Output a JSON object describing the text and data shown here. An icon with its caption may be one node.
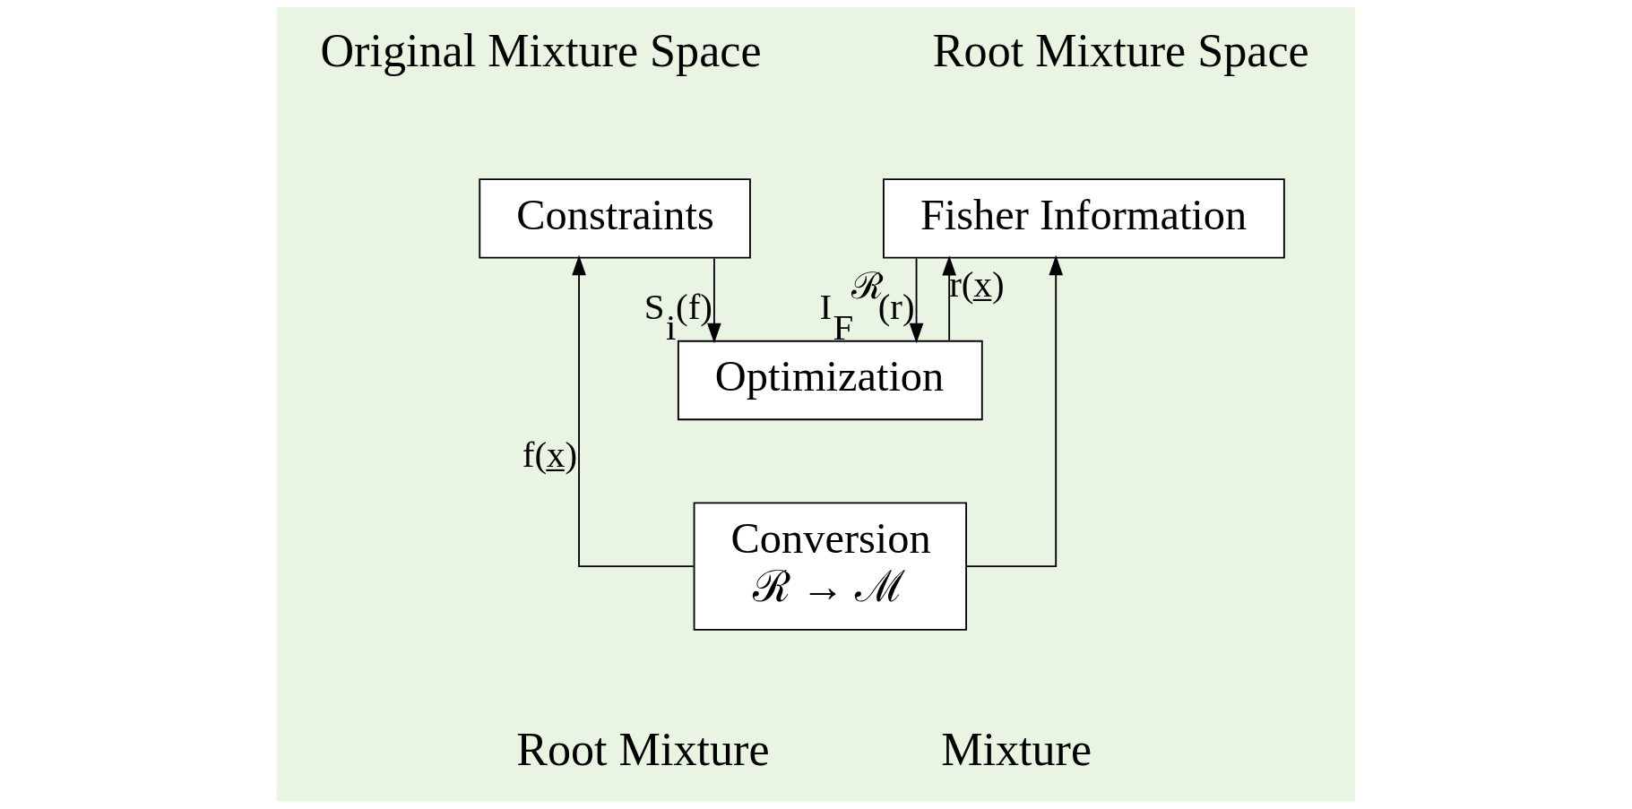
{
  "diagram": {
    "nodes": [
      {
        "text": [
          "Fisher Information"
        ]
      },
      {
        "text": [
          "Constraints"
        ]
      },
      {
        "text": [
          "Optimization"
        ]
      },
      {
        "text": [
          "Conversion",
          "ℛ → ℳ"
        ]
      }
    ],
    "edges": [
      {
        "from": 0,
        "to": 2,
        "arrow": "to",
        "label": "I$_{F}$$^{ℛ}$(r)"
      },
      {
        "from": 1,
        "to": 2,
        "arrow": "to",
        "label": "S$_{i}$(f)"
      },
      {
        "from": 2,
        "to": 0,
        "arrow": "to",
        "label": "r(x̲)"
      },
      {
        "from": 3,
        "to": 0,
        "arrow": "to"
      },
      {
        "from": 3,
        "to": 1,
        "arrow": "to",
        "label": "f(x̲)"
      }
    ],
    "labels": [
      "Root Mixture Space",
      "Original Mixture Space",
      "Root Mixture",
      "Mixture"
    ]
  }
}
